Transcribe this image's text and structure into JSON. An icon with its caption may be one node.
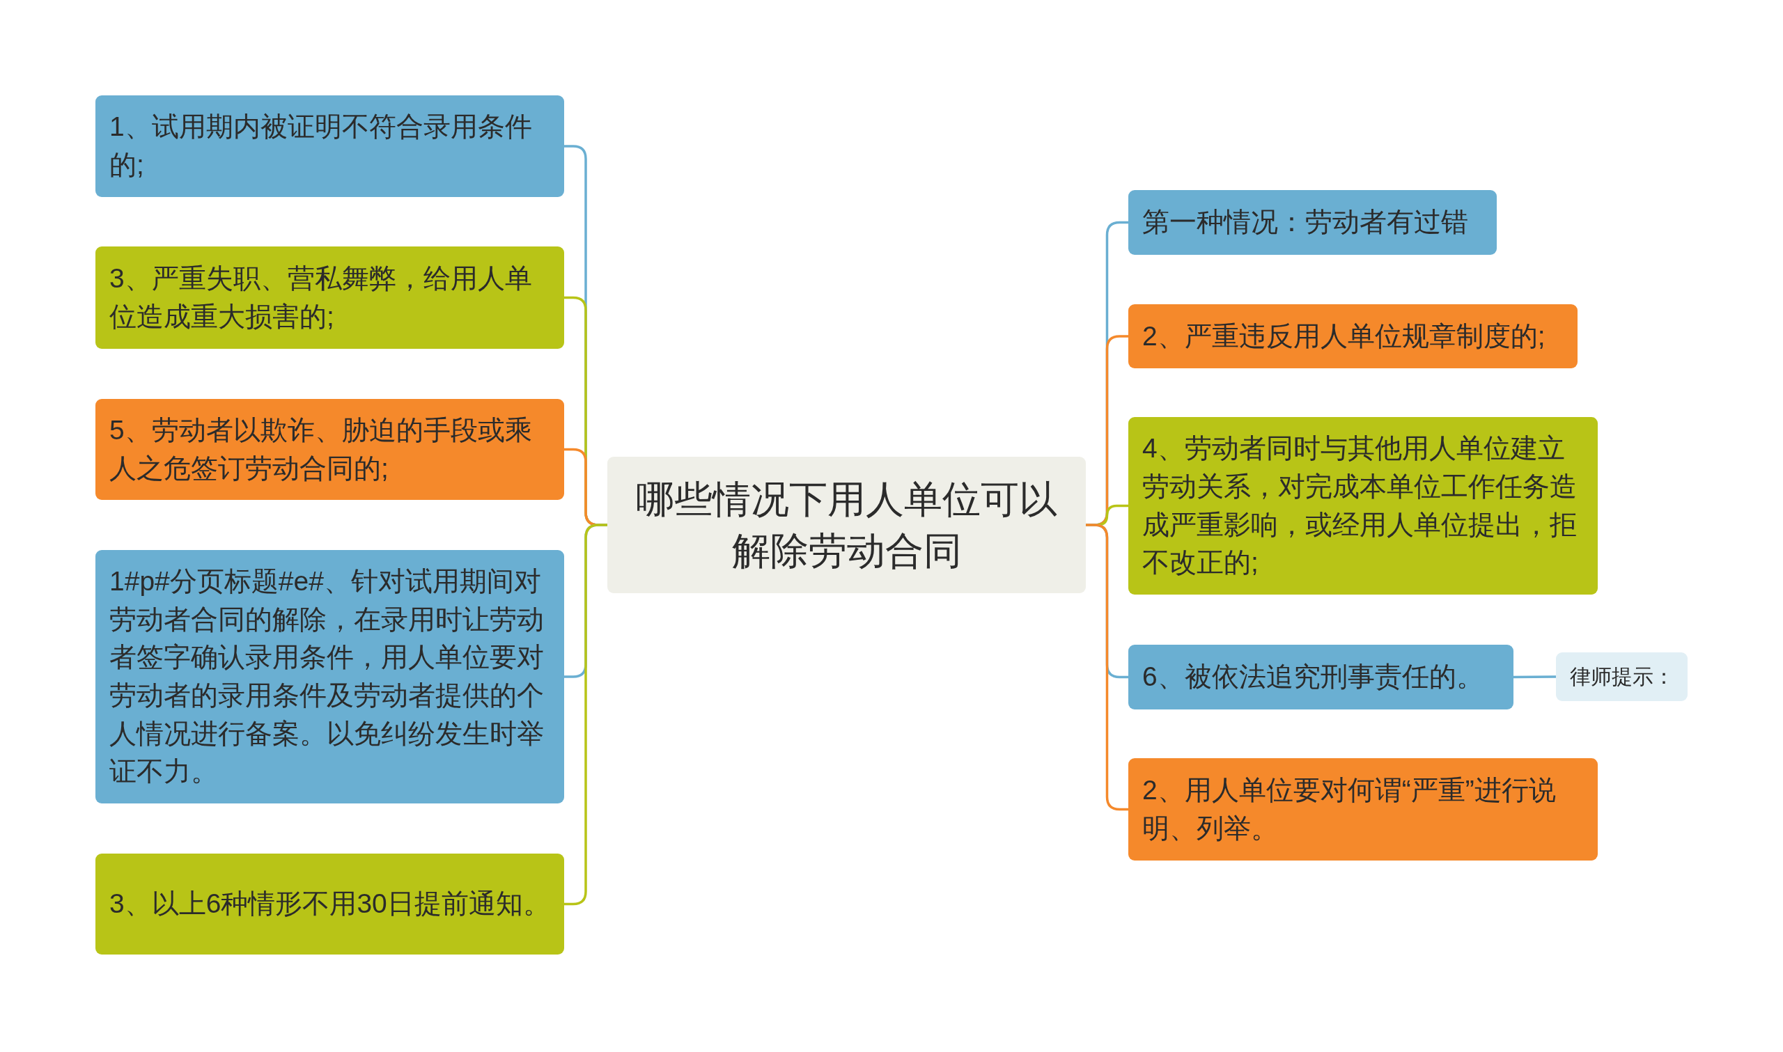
{
  "diagram": {
    "nodes": [
      {
        "text": [
          "哪些情况下用人单位可以解除劳动合同"
        ]
      },
      {
        "text": [
          "1、试用期内被证明不符合录用条件的;"
        ]
      },
      {
        "text": [
          "3、严重失职、营私舞弊，给用人单位造成重大损害的;"
        ]
      },
      {
        "text": [
          "5、劳动者以欺诈、胁迫的手段或乘人之危签订劳动合同的;"
        ]
      },
      {
        "text": [
          "1#p#分页标题#e#、针对试用期间对劳动者合同的解除，在录用时让劳动者签字确认录用条件，用人单位要对劳动者的录用条件及劳动者提供的个人情况进行备案。以免纠纷发生时举证不力。"
        ]
      },
      {
        "text": [
          "3、以上6种情形不用30日提前通知。"
        ]
      },
      {
        "text": [
          "第一种情况：劳动者有过错"
        ]
      },
      {
        "text": [
          "2、严重违反用人单位规章制度的;"
        ]
      },
      {
        "text": [
          "4、劳动者同时与其他用人单位建立劳动关系，对完成本单位工作任务造成严重影响，或经用人单位提出，拒不改正的;"
        ]
      },
      {
        "text": [
          "6、被依法追究刑事责任的。"
        ]
      },
      {
        "text": [
          "律师提示："
        ]
      },
      {
        "text": [
          "2、用人单位要对何谓“严重”进行说明、列举。"
        ]
      }
    ],
    "edges": [
      {
        "from": 0,
        "to": 1,
        "arrow": "none",
        "color": "#6aafd2"
      },
      {
        "from": 0,
        "to": 2,
        "arrow": "none",
        "color": "#b8c417"
      },
      {
        "from": 0,
        "to": 3,
        "arrow": "none",
        "color": "#f5892b"
      },
      {
        "from": 0,
        "to": 4,
        "arrow": "none",
        "color": "#6aafd2"
      },
      {
        "from": 0,
        "to": 5,
        "arrow": "none",
        "color": "#b8c417"
      },
      {
        "from": 0,
        "to": 6,
        "arrow": "none",
        "color": "#6aafd2"
      },
      {
        "from": 0,
        "to": 7,
        "arrow": "none",
        "color": "#f5892b"
      },
      {
        "from": 0,
        "to": 8,
        "arrow": "none",
        "color": "#b8c417"
      },
      {
        "from": 0,
        "to": 9,
        "arrow": "none",
        "color": "#6aafd2"
      },
      {
        "from": 0,
        "to": 11,
        "arrow": "none",
        "color": "#f5892b"
      },
      {
        "from": 9,
        "to": 10,
        "arrow": "none",
        "color": "#6aafd2"
      }
    ]
  }
}
